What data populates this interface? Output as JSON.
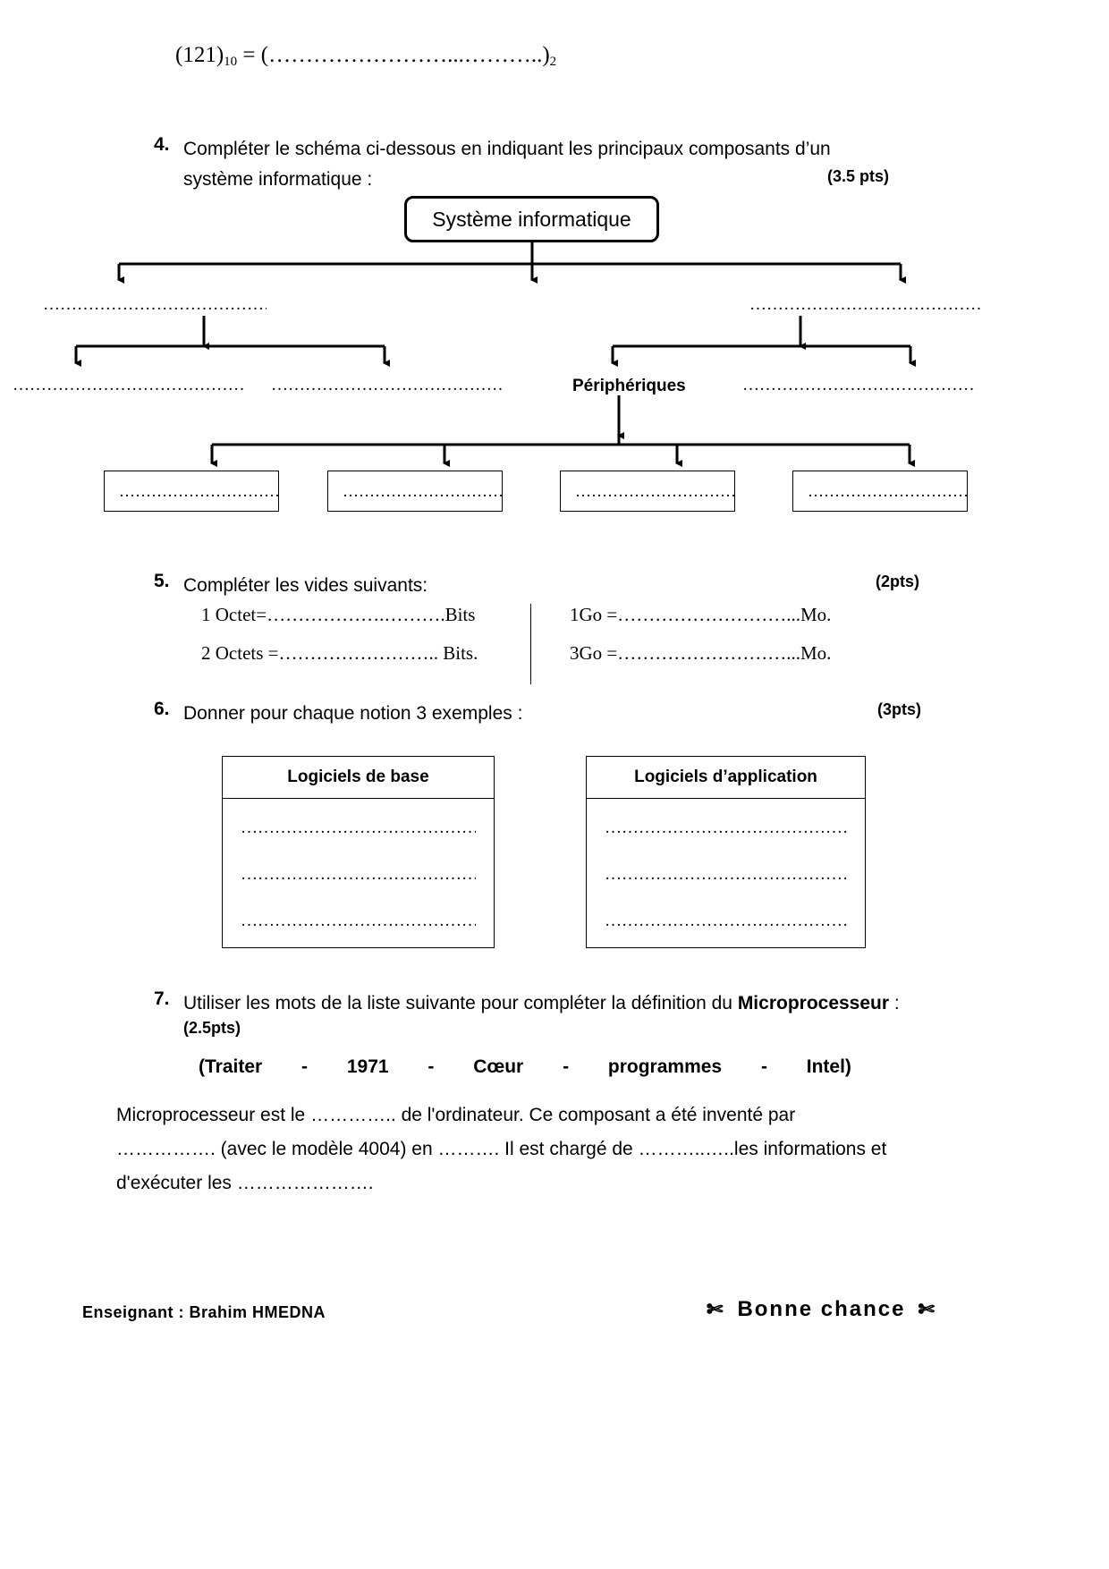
{
  "conversion": {
    "value": "121",
    "base_from": "10",
    "base_to": "2",
    "prefix": "(121)",
    "answer_blank": "(……………………...………..)",
    "full_line": "(121)10 = (……………………...………..)2"
  },
  "questions": {
    "q4": {
      "number": "4.",
      "line1": "Compléter le schéma ci-dessous en indiquant les principaux composants d’un",
      "line2": "système informatique :",
      "points": "(3.5 pts)"
    },
    "q5": {
      "number": "5.",
      "text": "Compléter les vides suivants:",
      "points": "(2pts)",
      "left_rows": [
        "1 Octet=……………….……….Bits",
        "2 Octets =…………………….. Bits."
      ],
      "right_rows": [
        "1Go =………………………...Mo.",
        "3Go =………………………...Mo."
      ]
    },
    "q6": {
      "number": "6.",
      "text": "Donner pour chaque notion 3  exemples :",
      "points": "(3pts)",
      "tables": [
        {
          "header": "Logiciels de base",
          "rows": [
            "……………………………………………….",
            "……………………………………………….",
            "………………………………………………."
          ]
        },
        {
          "header": "Logiciels d’application",
          "rows": [
            "……………………………………………….",
            "……………………………………………….",
            "………………………………………………."
          ]
        }
      ]
    },
    "q7": {
      "number": "7.",
      "text_before": "Utiliser les mots de la liste suivante pour compléter la définition du ",
      "keyword": "Microprocesseur",
      "text_after": " :",
      "points": "(2.5pts)",
      "word_list": [
        "(Traiter",
        "-",
        "1971",
        "-",
        "Cœur",
        "-",
        "programmes",
        "-",
        "Intel)"
      ],
      "paragraph_line1": "Microprocesseur  est le ………….. de l'ordinateur. Ce composant a été inventé par",
      "paragraph_line2": "……………. (avec le modèle 4004) en ………. Il est chargé de ………..…..les informations et",
      "paragraph_line3": "d'exécuter les  …………………."
    }
  },
  "diagram": {
    "root": "Système informatique",
    "level1_left_blank": "……………………………………",
    "level1_right_blank": "………………………………………",
    "level2_blank_1": "…………………………………….",
    "level2_blank_2": "…………………………………….",
    "level2_label": "Périphériques",
    "level2_blank_3": "……………………………………….",
    "leaves": [
      "……………………………",
      "……………………………",
      "……………………………",
      "……………………………"
    ]
  },
  "footer": {
    "teacher_label": "Enseignant : Brahim HMEDNA",
    "wish": "Bonne  chance",
    "ornament_left": "✄",
    "ornament_right": "✄"
  },
  "colors": {
    "ink": "#000000",
    "paper": "#ffffff"
  }
}
